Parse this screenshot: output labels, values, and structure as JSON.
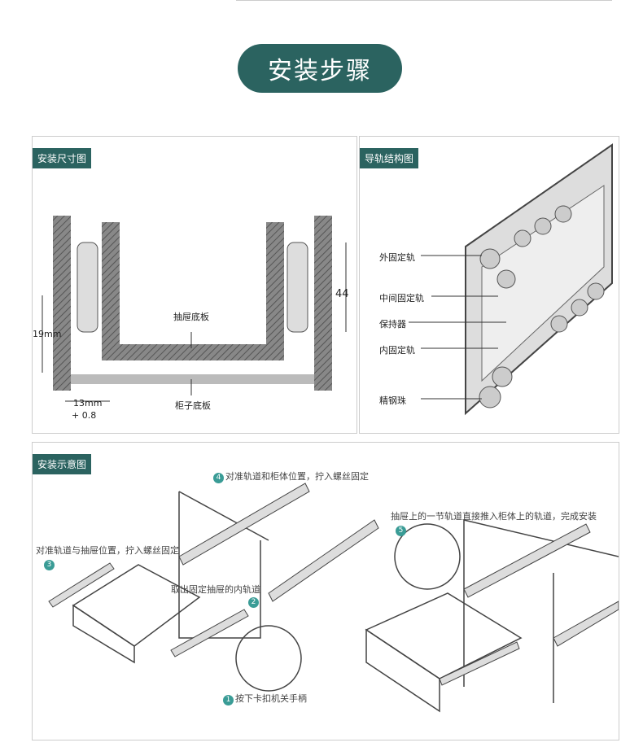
{
  "title": "安装步骤",
  "dimensions": {
    "tag": "安装尺寸图",
    "drawer_bottom": "抽屉底板",
    "cabinet_bottom": "柜子底板",
    "height_19": "19mm",
    "height_44": "44",
    "gap": "13mm",
    "tolerance": "+ 0.8"
  },
  "structure": {
    "tag": "导轨结构图",
    "labels": [
      "外固定轨",
      "中间固定轨",
      "保持器",
      "内固定轨",
      "精钢珠"
    ]
  },
  "install": {
    "tag": "安装示意图",
    "steps": [
      {
        "num": "1",
        "text": "按下卡扣机关手柄"
      },
      {
        "num": "2",
        "text": "取出固定抽屉的内轨道"
      },
      {
        "num": "3",
        "text": "对准轨道与抽屉位置，拧入螺丝固定"
      },
      {
        "num": "4",
        "text": "对准轨道和柜体位置，拧入螺丝固定"
      },
      {
        "num": "5",
        "text": "抽屉上的一节轨道直接推入柜体上的轨道，完成安装"
      }
    ]
  },
  "colors": {
    "accent": "#2b6360",
    "step": "#3a9c96"
  }
}
